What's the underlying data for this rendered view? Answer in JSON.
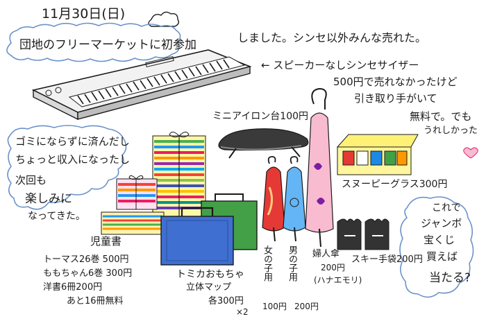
{
  "date": "11月30日(日)",
  "headline_bubble": "団地のフリーマーケットに初参加",
  "headline_rest": "しました。シンセ以外みんな売れた。",
  "synth_note": {
    "line1": "← スピーカーなしシンセサイザー",
    "line2": "500円で売れなかったけど",
    "line3": "引き取り手がいて",
    "line4": "無料で。でも",
    "line5": "うれしかった"
  },
  "mini_iron": "ミニアイロン台100円",
  "left_bubble": {
    "line1": "ゴミにならずに済んだし",
    "line2": "ちょっと収入になったし",
    "line3": "次回も",
    "line4": "楽しみに",
    "line5": "なってきた。"
  },
  "snoopy": "スヌーピーグラス300円",
  "right_bubble": {
    "line1": "これで",
    "line2": "ジャンボ",
    "line3": "宝くじ",
    "line4": "買えば",
    "line5": "当たる?"
  },
  "books": {
    "title": "児童書",
    "line1": "トーマス26巻 500円",
    "line2": "ももちゃん6巻 300円",
    "line3": "洋書6冊200円",
    "line4": "あと16冊無料"
  },
  "toys": {
    "line1": "トミカおもちゃ",
    "line2": "立体マップ",
    "line3": "各300円",
    "line4": "×2"
  },
  "umbrella_girl": {
    "label": "女の子用",
    "price": "100円"
  },
  "umbrella_boy": {
    "label": "男の子用",
    "price": "200円"
  },
  "umbrella_lady": {
    "label": "婦人傘",
    "price": "200円",
    "note": "(ハナエモリ)"
  },
  "gloves": "スキー手袋200円",
  "colors": {
    "ink": "#1a1a1a",
    "bubble_line": "#6b93c9"
  }
}
